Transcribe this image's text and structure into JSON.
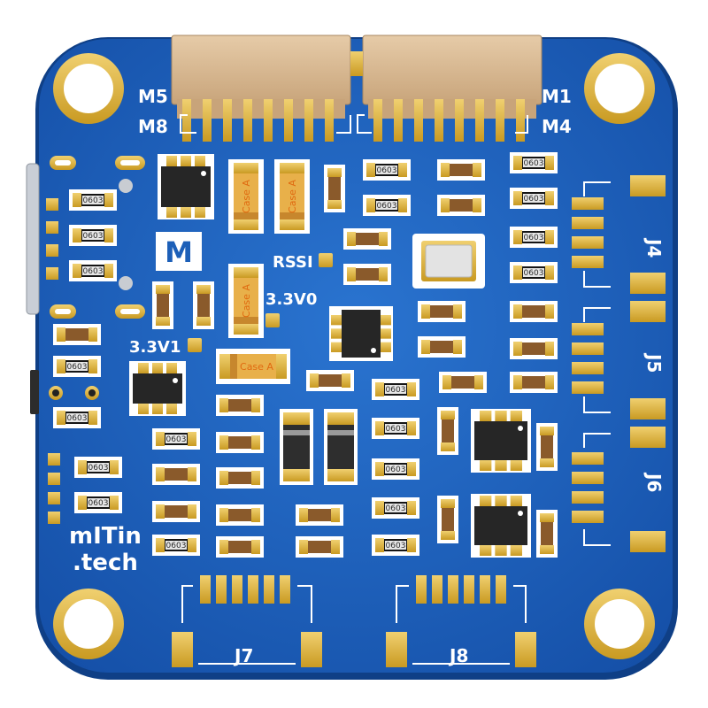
{
  "board": {
    "logo_letter": "M",
    "brand_line1": "mITin",
    "brand_line2": ".tech",
    "colors": {
      "pcb": "#1c5fb8",
      "pcb_edge": "#0f3f86",
      "gold": "#d4af37",
      "gold_light": "#ecc85a",
      "silk": "#ffffff",
      "connector": "#d9bc9a",
      "resistor_body": "#151515",
      "capacitor_body": "#8a5a2b",
      "tantalum": "#e8b04a",
      "ic": "#262626",
      "crystal": "#d8d8d8"
    }
  },
  "labels": {
    "m5": "M5",
    "m8": "M8",
    "m1": "M1",
    "m4": "M4",
    "rssi": "RSSI",
    "v30": "3.3V0",
    "v31": "3.3V1",
    "j4": "J4",
    "j5": "J5",
    "j6": "J6",
    "j7": "J7",
    "j8": "J8"
  },
  "parts": {
    "r0603": "0603",
    "case_a": "Case A"
  }
}
